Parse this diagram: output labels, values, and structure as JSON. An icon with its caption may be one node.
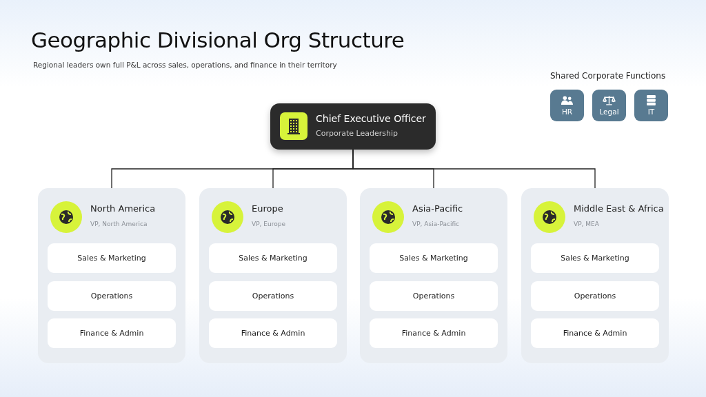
{
  "diagram": {
    "title": "Geographic Divisional Org Structure",
    "nodes": [
      {
        "text": [
          "Chief Executive Officer",
          "Corporate Leadership"
        ]
      },
      {
        "text": [
          "North America",
          "VP, North America"
        ]
      },
      {
        "text": [
          "Sales & Marketing"
        ],
        "in": 1
      },
      {
        "text": [
          "Operations"
        ],
        "in": 1
      },
      {
        "text": [
          "Finance & Admin"
        ],
        "in": 1
      },
      {
        "text": [
          "Europe",
          "VP, Europe"
        ]
      },
      {
        "text": [
          "Sales & Marketing"
        ],
        "in": 5
      },
      {
        "text": [
          "Operations"
        ],
        "in": 5
      },
      {
        "text": [
          "Finance & Admin"
        ],
        "in": 5
      },
      {
        "text": [
          "Asia-Pacific",
          "VP, Asia-Pacific"
        ]
      },
      {
        "text": [
          "Sales & Marketing"
        ],
        "in": 9
      },
      {
        "text": [
          "Operations"
        ],
        "in": 9
      },
      {
        "text": [
          "Finance & Admin"
        ],
        "in": 9
      },
      {
        "text": [
          "Middle East & Africa",
          "VP, MEA"
        ]
      },
      {
        "text": [
          "Sales & Marketing"
        ],
        "in": 13
      },
      {
        "text": [
          "Operations"
        ],
        "in": 13
      },
      {
        "text": [
          "Finance & Admin"
        ],
        "in": 13
      },
      {
        "text": [
          "HR"
        ]
      },
      {
        "text": [
          "Legal"
        ]
      },
      {
        "text": [
          "IT"
        ]
      }
    ],
    "edges": [
      {
        "from": 0,
        "to": 1,
        "arrow": "none"
      },
      {
        "from": 0,
        "to": 5,
        "arrow": "none"
      },
      {
        "from": 0,
        "to": 9,
        "arrow": "none"
      },
      {
        "from": 0,
        "to": 13,
        "arrow": "none"
      }
    ],
    "labels": [
      "Regional leaders own full P&L across sales, operations, and finance in their territory",
      "Shared Corporate Functions"
    ]
  }
}
